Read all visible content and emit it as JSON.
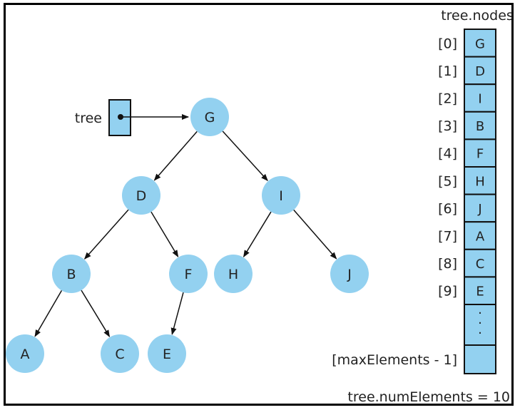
{
  "colors": {
    "node_fill": "#93d1f0",
    "cell_fill": "#93d1f0",
    "line": "#111111",
    "frame": "#000000"
  },
  "pointer": {
    "label": "tree"
  },
  "nodes": [
    {
      "id": "G",
      "label": "G"
    },
    {
      "id": "D",
      "label": "D"
    },
    {
      "id": "I",
      "label": "I"
    },
    {
      "id": "B",
      "label": "B"
    },
    {
      "id": "F",
      "label": "F"
    },
    {
      "id": "H",
      "label": "H"
    },
    {
      "id": "J",
      "label": "J"
    },
    {
      "id": "A",
      "label": "A"
    },
    {
      "id": "C",
      "label": "C"
    },
    {
      "id": "E",
      "label": "E"
    }
  ],
  "edges": [
    [
      "G",
      "D"
    ],
    [
      "G",
      "I"
    ],
    [
      "D",
      "B"
    ],
    [
      "D",
      "F"
    ],
    [
      "I",
      "H"
    ],
    [
      "I",
      "J"
    ],
    [
      "B",
      "A"
    ],
    [
      "B",
      "C"
    ],
    [
      "F",
      "E"
    ]
  ],
  "array": {
    "title": "tree.nodes",
    "indices": [
      "[0]",
      "[1]",
      "[2]",
      "[3]",
      "[4]",
      "[5]",
      "[6]",
      "[7]",
      "[8]",
      "[9]"
    ],
    "values": [
      "G",
      "D",
      "I",
      "B",
      "F",
      "H",
      "J",
      "A",
      "C",
      "E"
    ],
    "ellipsis": "·\n·\n·",
    "last_index": "[maxElements - 1]",
    "last_value": ""
  },
  "footer": {
    "text": "tree.numElements = 10"
  }
}
